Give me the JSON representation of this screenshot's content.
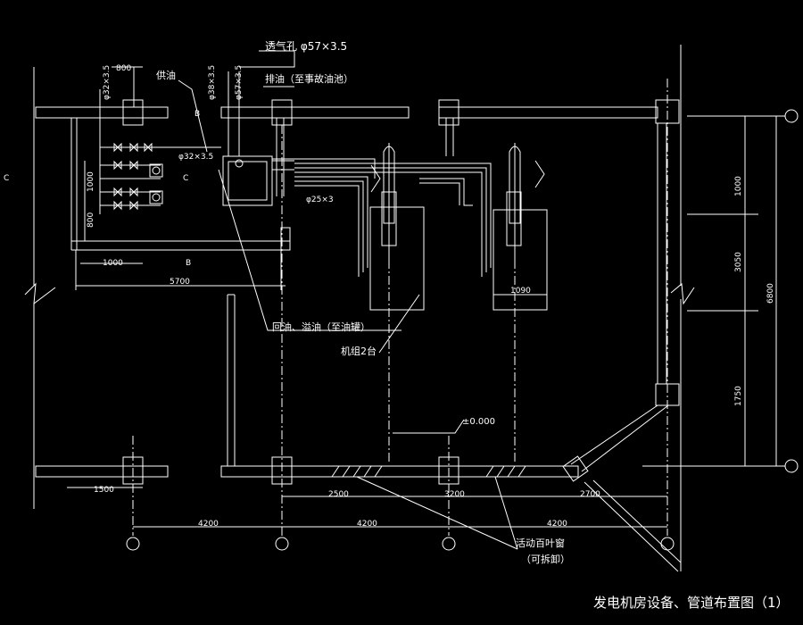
{
  "title": "发电机房设备、管道布置图（1）",
  "callouts": {
    "vent": "透气孔 φ57×3.5",
    "drain": "排油（至事故油池）",
    "supply": "供油",
    "return": "回油、溢油（至油罐）",
    "units": "机组2台",
    "elevation": "±0.000",
    "louver_line1": "活动百叶窗",
    "louver_line2": "（可拆卸）"
  },
  "pipe_labels": {
    "p32_a": "φ32×3.5",
    "p38": "φ38×3.5",
    "p57": "φ57×3.5",
    "p32_b": "φ32×3.5",
    "p25": "φ25×3",
    "d800_top": "800"
  },
  "section_marks": {
    "b_top": "B",
    "b_bottom": "B",
    "c_left": "C",
    "c_mid": "C"
  },
  "dimensions": {
    "tank_h": "1000",
    "tank_h2": "800",
    "tank_w": "1000",
    "room_w": "5700",
    "unit_w": "1090",
    "left_1500": "1500",
    "bay_2500": "2500",
    "bay_3200": "3200",
    "bay_2700": "2700",
    "axis_1": "4200",
    "axis_2": "4200",
    "axis_3": "4200",
    "right_1000": "1000",
    "right_3050": "3050",
    "right_1750": "1750",
    "right_total": "6800"
  }
}
